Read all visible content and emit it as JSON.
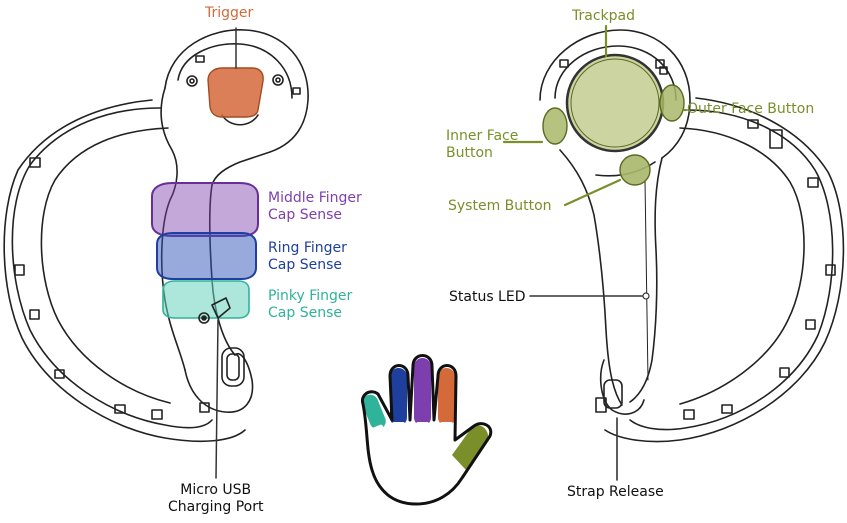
{
  "labels": {
    "trigger": "Trigger",
    "middle_finger": [
      "Middle Finger",
      "Cap Sense"
    ],
    "ring_finger": [
      "Ring Finger",
      "Cap Sense"
    ],
    "pinky_finger": [
      "Pinky Finger",
      "Cap Sense"
    ],
    "micro_usb": [
      "Micro USB",
      "Charging Port"
    ],
    "trackpad": "Trackpad",
    "outer_face_button": "Outer Face Button",
    "inner_face_button": [
      "Inner Face",
      "Button"
    ],
    "system_button": "System Button",
    "status_led": "Status LED",
    "strap_release": "Strap Release"
  },
  "colors": {
    "trigger": "#d4693a",
    "middle_finger": "#7e3fae",
    "ring_finger": "#1f3f9e",
    "pinky_finger": "#2fb39a",
    "face_controls": "#7a8f2a",
    "outline": "#111111"
  }
}
